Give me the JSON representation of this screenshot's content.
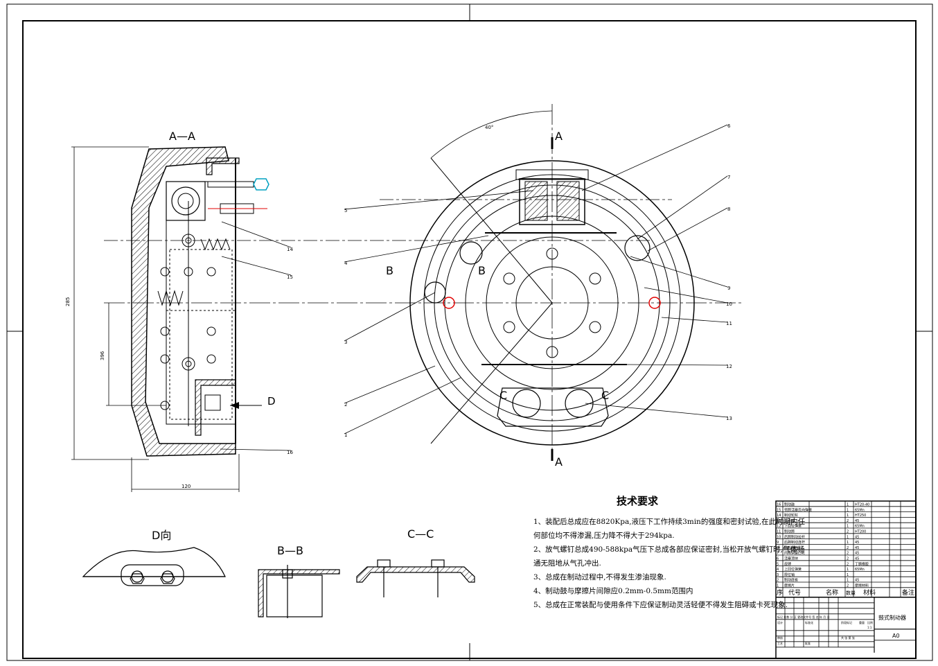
{
  "views": {
    "section_aa": "A—A",
    "view_d": "D向",
    "section_bb": "B—B",
    "section_cc": "C—C"
  },
  "section_marks": {
    "a": "A",
    "b": "B",
    "c": "C",
    "d": "D"
  },
  "dimensions": {
    "height": "285",
    "inner": "396",
    "width": "120",
    "angle": "40°"
  },
  "callouts": [
    "1",
    "2",
    "3",
    "4",
    "5",
    "6",
    "7",
    "8",
    "9",
    "10",
    "11",
    "12",
    "13",
    "14",
    "15",
    "16"
  ],
  "tech": {
    "title": "技术要求",
    "items": [
      "1、装配后总成应在8820Kpa,液压下工作持续3min的强度和密封试验,在此时间内任",
      "何部位均不得渗漏,压力降不得大于294kpa.",
      "2、放气螺钉总成490-588kpa气压下总成各部应保证密封,当松开放气螺钉时,气体畅",
      "通无阻地从气孔冲出.",
      "3、总成在制动过程中,不得发生渗油现象.",
      "4、制动鼓与摩擦片间隙应0.2mm-0.5mm范围内",
      "5、总成在正常装配与使用条件下应保证制动灵活轻便不得发生阻碍或卡死现象."
    ]
  },
  "bom": {
    "header": {
      "no": "序",
      "code": "代号",
      "name": "名称",
      "qty": "数量",
      "material": "材料",
      "note": "备注"
    },
    "rows": [
      {
        "no": "16",
        "name": "制动鼓",
        "qty": "1",
        "material": "HT20-40"
      },
      {
        "no": "15",
        "name": "领蹄活塞反向弹簧",
        "qty": "1",
        "material": "65Mn"
      },
      {
        "no": "14",
        "name": "制动轮缸",
        "qty": "1",
        "material": "HT250"
      },
      {
        "no": "13",
        "name": "支承销",
        "qty": "2",
        "material": "45"
      },
      {
        "no": "12",
        "name": "下回位弹簧",
        "qty": "1",
        "material": "65Mn"
      },
      {
        "no": "11",
        "name": "制动蹄",
        "qty": "2",
        "material": "HT200"
      },
      {
        "no": "10",
        "name": "后蹄制动拉杆",
        "qty": "1",
        "material": "45"
      },
      {
        "no": "9",
        "name": "后蹄制动连杆",
        "qty": "1",
        "material": "45"
      },
      {
        "no": "8",
        "name": "凸轮螺栓",
        "qty": "2",
        "material": "45"
      },
      {
        "no": "7",
        "name": "间隙调整凸轮",
        "qty": "2",
        "material": "45"
      },
      {
        "no": "6",
        "name": "活塞顶块",
        "qty": "2",
        "material": "45"
      },
      {
        "no": "5",
        "name": "皮磗",
        "qty": "2",
        "material": "丁腈橡胶"
      },
      {
        "no": "4",
        "name": "上回位弹簧",
        "qty": "1",
        "material": "65Mn"
      },
      {
        "no": "3",
        "name": "限位销",
        "qty": "1",
        "material": ""
      },
      {
        "no": "2",
        "name": "制动底板",
        "qty": "1",
        "material": "45"
      },
      {
        "no": "1",
        "name": "摩擦片",
        "qty": "2",
        "material": "摩擦材料"
      }
    ]
  },
  "title_block": {
    "drawing_title": "鼓式制动器",
    "size": "A0",
    "scale": "1:1",
    "row1": "标记 处数 分 区 更改文件号 签 名 年 月 日",
    "design": "设计",
    "standard": "标准化",
    "review": "审核",
    "process": "工艺",
    "approve": "批准",
    "stage": "阶段标记",
    "weight": "重量",
    "ratio": "比例",
    "sheets": "共 张  第 张"
  },
  "colors": {
    "line": "#000000",
    "hatch": "#000000",
    "center": "#000000",
    "red": "#e00000",
    "cyan": "#00a0c0"
  }
}
